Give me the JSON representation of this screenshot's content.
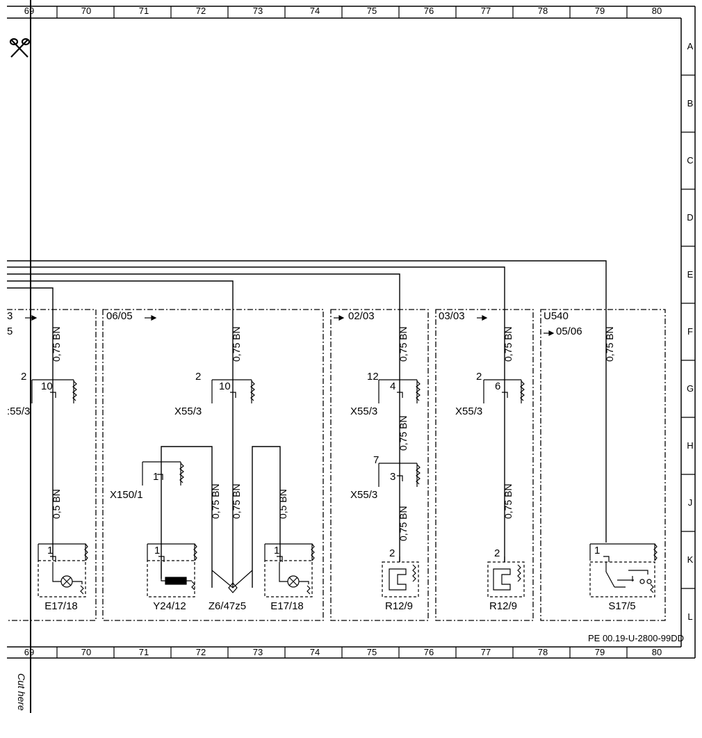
{
  "columns": [
    "69",
    "70",
    "71",
    "72",
    "73",
    "74",
    "75",
    "76",
    "77",
    "78",
    "79",
    "80"
  ],
  "rows": [
    "A",
    "B",
    "C",
    "D",
    "E",
    "F",
    "G",
    "H",
    "J",
    "K",
    "L"
  ],
  "drawing_code": "PE 00.19-U-2800-99DD",
  "cut_label": "Cut here",
  "scissors_icon": "scissors-icon",
  "sections": {
    "s1": {
      "ref_top": "3",
      "ref_bottom": "5"
    },
    "s2": {
      "ref": "06/05"
    },
    "s3": {
      "ref": "02/03"
    },
    "s4": {
      "ref": "03/03"
    },
    "s5": {
      "model": "U540",
      "ref": "05/06"
    }
  },
  "wires": {
    "w_075bn": "0,75 BN",
    "w_05bn": "0,5 BN"
  },
  "connectors": {
    "x55_3": "X55/3",
    "x55_3_cut": ":55/3",
    "x150_1": "X150/1",
    "pin_2": "2",
    "pin_10": "10",
    "pin_12": "12",
    "pin_4": "4",
    "pin_6": "6",
    "pin_7": "7",
    "pin_3": "3",
    "pin_1": "1"
  },
  "components": {
    "e17_18": "E17/18",
    "y24_12": "Y24/12",
    "z6_47z5": "Z6/47z5",
    "r12_9": "R12/9",
    "s17_5": "S17/5"
  },
  "colors": {
    "ink": "#000000",
    "paper": "#ffffff"
  }
}
